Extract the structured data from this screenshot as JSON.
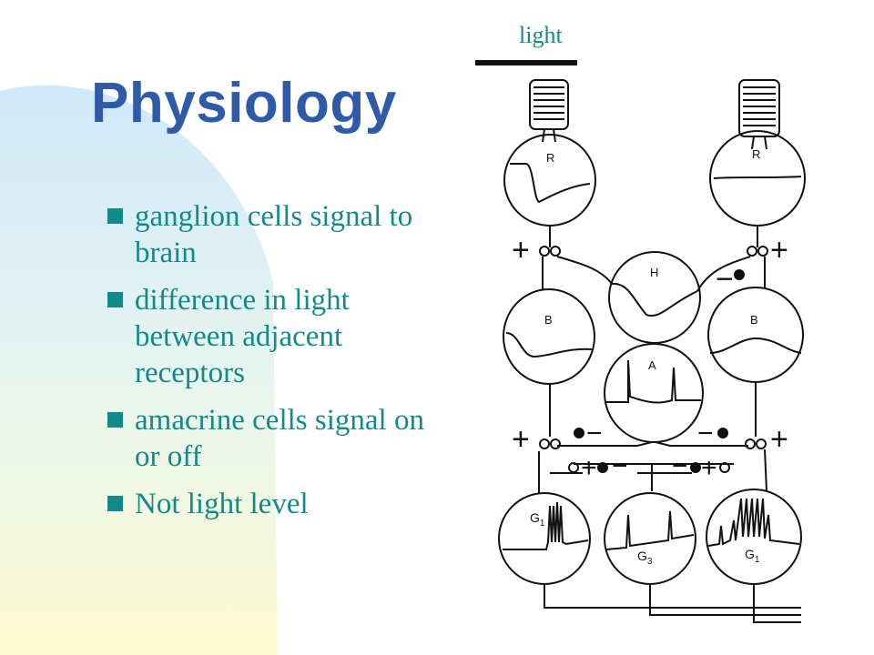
{
  "slide": {
    "title": "Physiology",
    "bullets": [
      "ganglion cells signal to brain",
      "difference in light between adjacent receptors",
      "amacrine cells signal on or off",
      "Not light level"
    ]
  },
  "diagram": {
    "light_label": "light",
    "cells": {
      "r_left": "R",
      "r_right": "R",
      "h": "H",
      "b_left": "B",
      "b_right": "B",
      "a": "A",
      "g_left": "G",
      "g_left_sub": "1",
      "g_mid": "G",
      "g_mid_sub": "3",
      "g_right": "G",
      "g_right_sub": "1"
    },
    "signs": {
      "plus": "+",
      "minus": "−"
    }
  },
  "colors": {
    "title": "#2f5aa8",
    "bullet_text": "#138a8a",
    "background_blue": "#cfe9fb",
    "background_yellow": "#fdfbd0"
  }
}
